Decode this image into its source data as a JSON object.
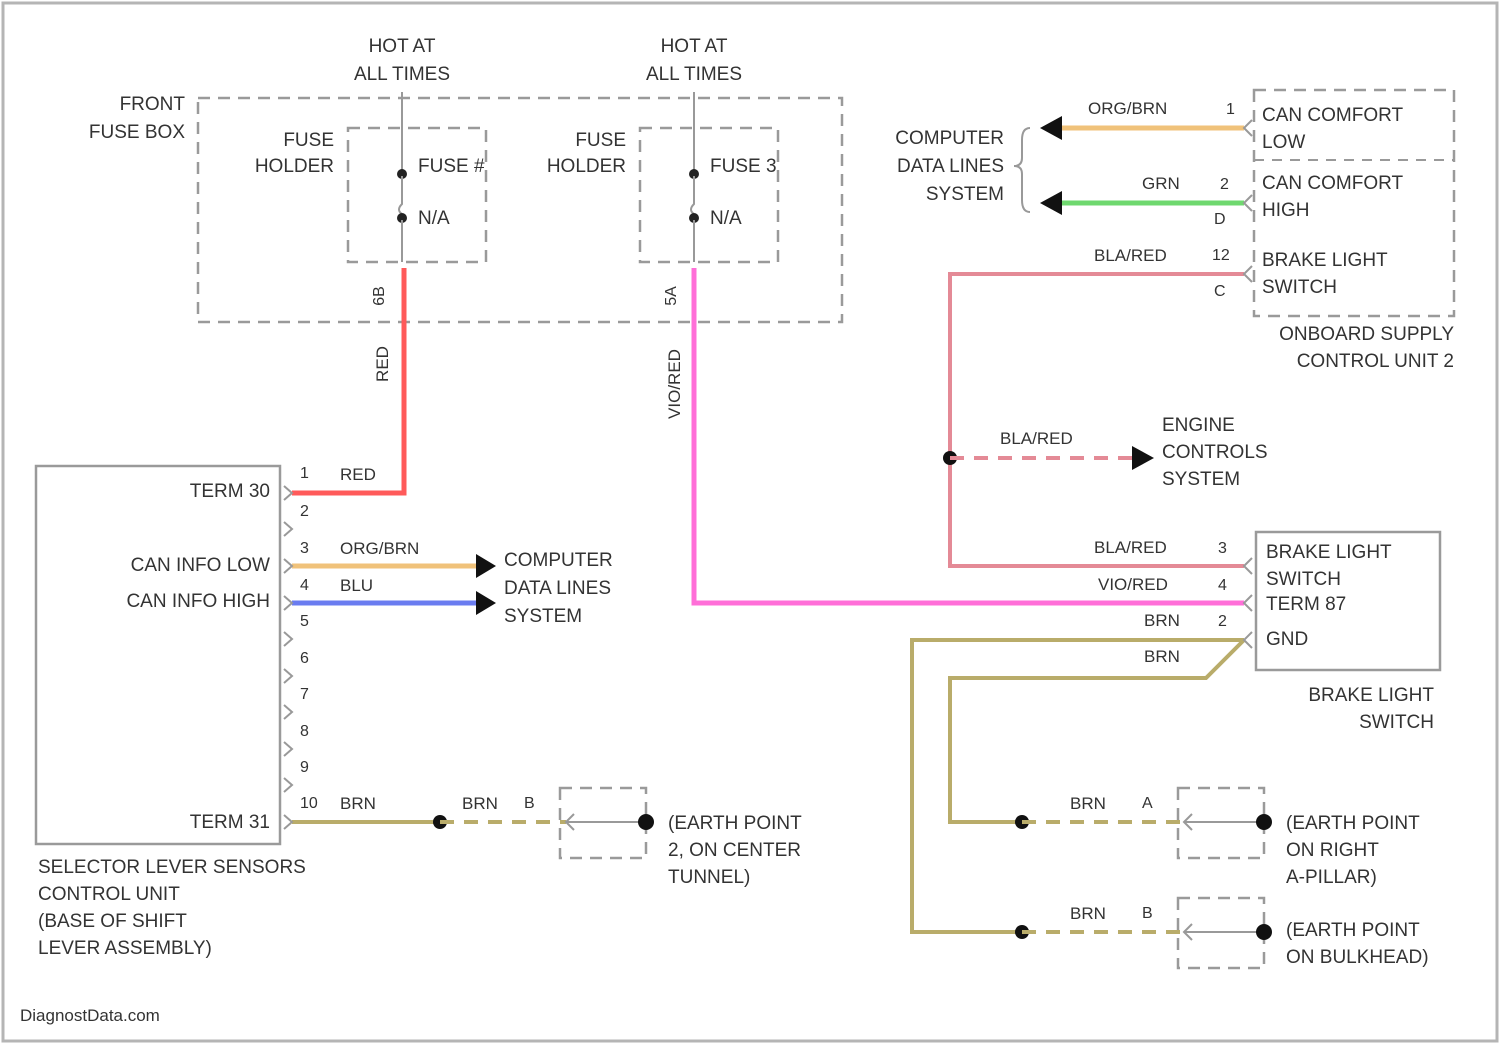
{
  "colors": {
    "red": "#ff5a5a",
    "pink": "#ff6fd8",
    "bla_red": "#e48a96",
    "org_brn": "#f0c27a",
    "grn": "#6fd86f",
    "blu": "#6a7cf0",
    "brn": "#b9ac6a",
    "outline": "#9a9a9a",
    "text": "#333333"
  },
  "hot_at_all_times": [
    "HOT AT",
    "ALL TIMES"
  ],
  "fuse_box": {
    "title": [
      "FRONT",
      "FUSE BOX"
    ],
    "holder_a": {
      "title": [
        "FUSE",
        "HOLDER"
      ],
      "fuse": "FUSE #",
      "rating": "N/A",
      "pin": "6B"
    },
    "holder_b": {
      "title": [
        "FUSE",
        "HOLDER"
      ],
      "fuse": "FUSE 3",
      "rating": "N/A",
      "pin": "5A"
    }
  },
  "wire_colors": {
    "red": "RED",
    "vio_red": "VIO/RED",
    "bla_red": "BLA/RED",
    "org_brn": "ORG/BRN",
    "grn": "GRN",
    "blu": "BLU",
    "brn": "BRN"
  },
  "selector_module": {
    "pins": {
      "term30_label": "TERM 30",
      "can_low_label": "CAN INFO LOW",
      "can_high_label": "CAN INFO HIGH",
      "term31_label": "TERM 31",
      "numbers": [
        "1",
        "2",
        "3",
        "4",
        "5",
        "6",
        "7",
        "8",
        "9",
        "10"
      ]
    },
    "caption": [
      "SELECTOR LEVER SENSORS",
      "CONTROL UNIT",
      "(BASE OF SHIFT",
      "LEVER ASSEMBLY)"
    ]
  },
  "computer_data_lines": [
    "COMPUTER",
    "DATA LINES",
    "SYSTEM"
  ],
  "onboard_unit": {
    "pins": [
      {
        "num": "1",
        "label": [
          "CAN COMFORT",
          "LOW"
        ]
      },
      {
        "num": "2",
        "label": [
          "CAN COMFORT",
          "HIGH"
        ]
      },
      {
        "num": "12",
        "label": [
          "BRAKE LIGHT",
          "SWITCH"
        ]
      }
    ],
    "connector_a": "D",
    "connector_b": "C",
    "caption": [
      "ONBOARD SUPPLY",
      "CONTROL UNIT 2"
    ]
  },
  "engine_controls": [
    "ENGINE",
    "CONTROLS",
    "SYSTEM"
  ],
  "brake_switch": {
    "pins": {
      "p3": "3",
      "p4": "4",
      "p2": "2",
      "l1": "BRAKE LIGHT",
      "l2": "SWITCH",
      "l3": "TERM 87",
      "l4": "GND"
    },
    "caption": [
      "BRAKE LIGHT",
      "SWITCH"
    ]
  },
  "ground_points": [
    {
      "id": "B",
      "caption": [
        "(EARTH POINT",
        "2, ON CENTER",
        "TUNNEL)"
      ]
    },
    {
      "id": "A",
      "caption": [
        "(EARTH POINT",
        "ON RIGHT",
        "A-PILLAR)"
      ]
    },
    {
      "id": "B",
      "caption": [
        "(EARTH POINT",
        "ON BULKHEAD)"
      ]
    }
  ],
  "watermark": "DiagnostData.com"
}
